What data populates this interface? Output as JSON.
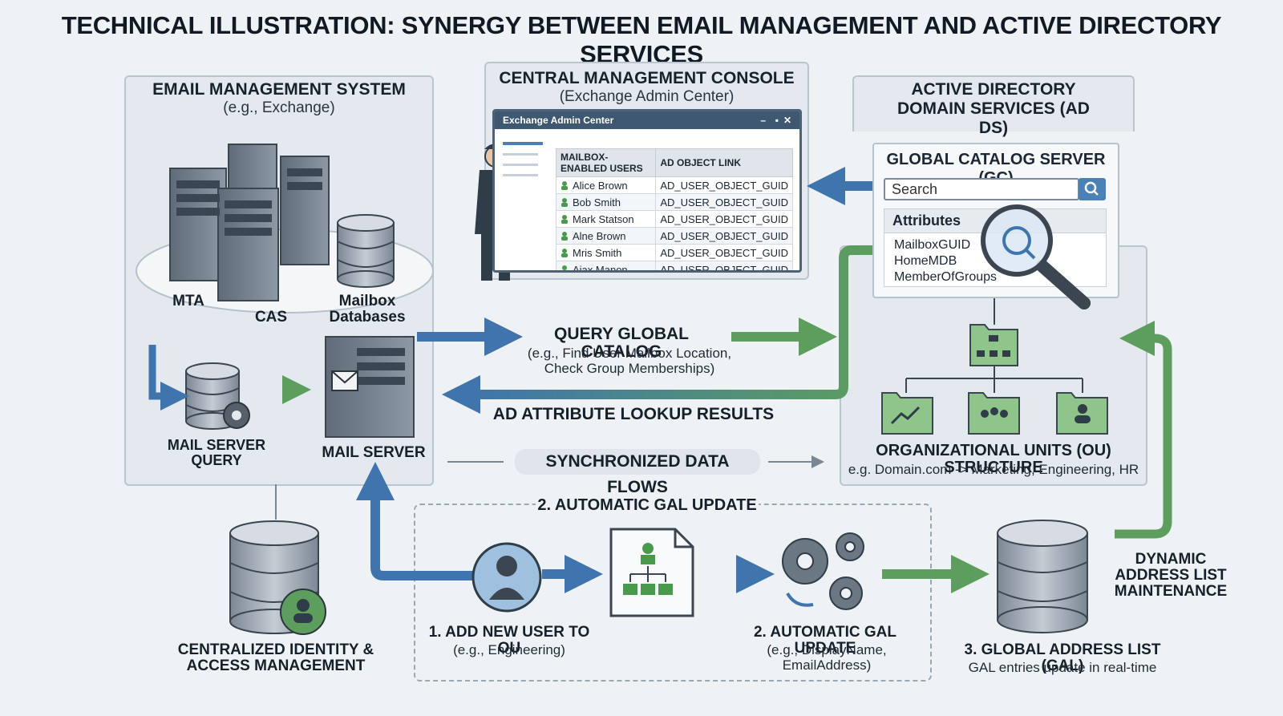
{
  "title": "TECHNICAL ILLUSTRATION: SYNERGY BETWEEN EMAIL MANAGEMENT AND ACTIVE DIRECTORY SERVICES",
  "email_system": {
    "title": "EMAIL MANAGEMENT SYSTEM",
    "subtitle": "(e.g., Exchange)",
    "mta": "MTA",
    "cas": "CAS",
    "mailbox_db": "Mailbox Databases",
    "mail_server_query": "MAIL SERVER QUERY",
    "mail_server": "MAIL SERVER"
  },
  "console": {
    "title": "CENTRAL MANAGEMENT CONSOLE",
    "subtitle": "(Exchange Admin Center)",
    "window_title": "Exchange Admin Center",
    "columns": [
      "MAILBOX-ENABLED USERS",
      "AD OBJECT LINK"
    ],
    "rows": [
      {
        "user": "Alice Brown",
        "link": "AD_USER_OBJECT_GUID"
      },
      {
        "user": "Bob Smith",
        "link": "AD_USER_OBJECT_GUID"
      },
      {
        "user": "Mark Statson",
        "link": "AD_USER_OBJECT_GUID"
      },
      {
        "user": "Alne Brown",
        "link": "AD_USER_OBJECT_GUID"
      },
      {
        "user": "Mris Smith",
        "link": "AD_USER_OBJECT_GUID"
      },
      {
        "user": "Aiax Manon",
        "link": "AD_USER_OBJECT_GUID"
      }
    ]
  },
  "ad": {
    "title": "ACTIVE DIRECTORY DOMAIN SERVICES (AD DS)",
    "gc_title": "GLOBAL CATALOG SERVER (GC)",
    "search_placeholder": "Search",
    "attributes_title": "Attributes",
    "attributes": [
      "MailboxGUID",
      "HomeMDB",
      "MemberOfGroups"
    ],
    "ou_title": "ORGANIZATIONAL UNITS (OU) STRUCTURE",
    "ou_example": "e.g. Domain.com -> Marketing, Engineering, HR"
  },
  "flows": {
    "query_title": "QUERY GLOBAL CATALOG",
    "query_sub": "(e.g., Find User Mailbox Location, Check Group Memberships)",
    "lookup": "AD ATTRIBUTE LOOKUP RESULTS",
    "sync": "SYNCHRONIZED DATA FLOWS"
  },
  "bottom": {
    "gal_box_title": "2. AUTOMATIC GAL UPDATE",
    "identity": "CENTRALIZED IDENTITY & ACCESS MANAGEMENT",
    "step1": "1. ADD NEW USER TO OU",
    "step1_sub": "(e.g., Engineering)",
    "step2": "2. AUTOMATIC GAL UPDATE",
    "step2_sub": "(e.g., DisplayName, EmailAddress)",
    "step3": "3. GLOBAL ADDRESS LIST (GAL)",
    "step3_sub": "GAL entries update in real-time",
    "dynamic": "DYNAMIC ADDRESS LIST MAINTENANCE"
  }
}
